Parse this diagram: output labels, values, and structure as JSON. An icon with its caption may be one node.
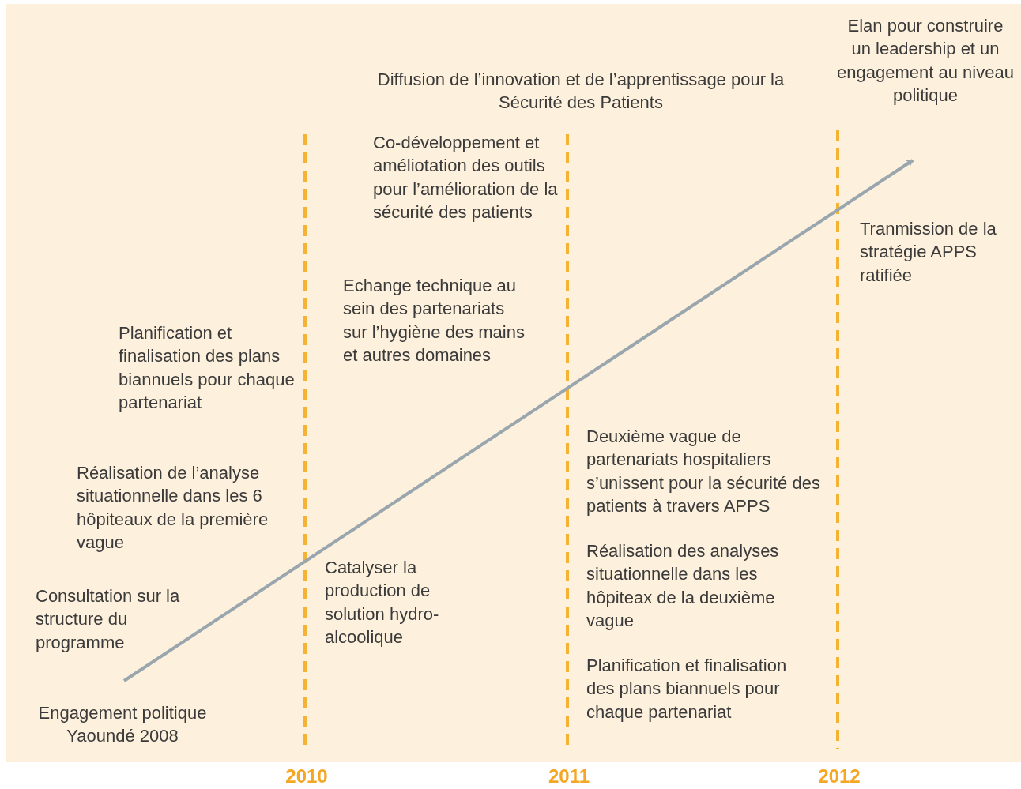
{
  "diagram": {
    "labels": [
      "Elan pour construire un leadership et un engagement au niveau politique",
      "Diffusion de l’innovation et de l’apprentissage pour la Sécurité des Patients",
      "Co-développement et améliotation des outils pour l’amélioration de la sécurité des patients",
      "Tranmission de la stratégie APPS ratifiée",
      "Echange technique au sein des partenariats sur l’hygiène des mains et autres domaines",
      "Planification et finalisation des plans biannuels pour chaque partenariat",
      "Deuxième vague de partenariats hospitaliers s’unissent pour la sécurité des patients à travers APPS",
      "Réalisation de l’analyse situationnelle dans les 6 hôpiteaux de la première vague",
      "Réalisation des analyses situationnelle dans les hôpiteax de la deuxième vague",
      "Catalyser la production de solution hydro-alcoolique",
      "Consultation sur la structure du programme",
      "Planification et finalisation des plans biannuels pour chaque partenariat",
      "Engagement politique Yaoundé 2008",
      "2010",
      "2011",
      "2012"
    ]
  }
}
